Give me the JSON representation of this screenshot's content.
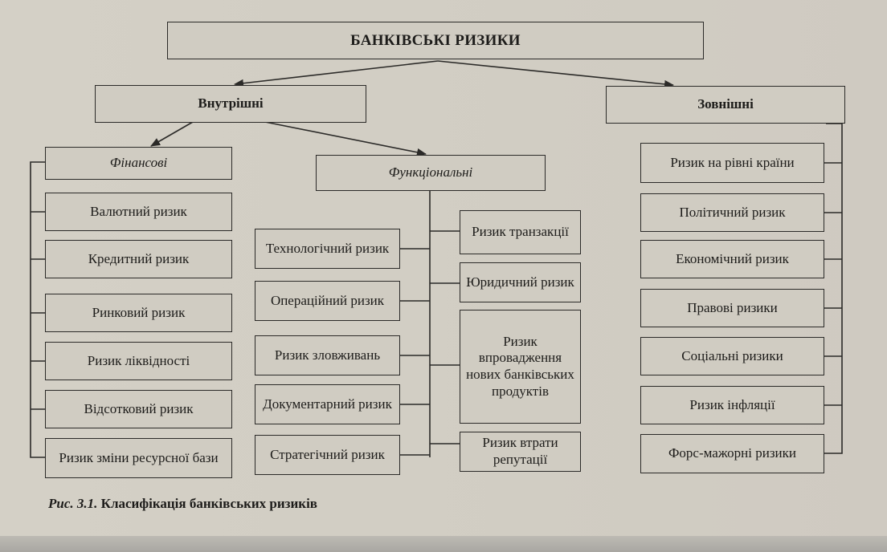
{
  "diagram": {
    "root": "БАНКІВСЬКІ РИЗИКИ",
    "internal": "Внутрішні",
    "external": "Зовнішні",
    "financial": {
      "label": "Фінансові",
      "items": [
        "Валютний ризик",
        "Кредитний ризик",
        "Ринковий ризик",
        "Ризик ліквідності",
        "Відсотковий ризик",
        "Ризик зміни ресурсної бази"
      ]
    },
    "functional": {
      "label": "Функціональні",
      "left_items": [
        "Технологічний ризик",
        "Операційний ризик",
        "Ризик зловживань",
        "Документарний ризик",
        "Стратегічний ризик"
      ],
      "right_items": [
        "Ризик транзакції",
        "Юридичний ризик",
        "Ризик впровадження нових банківських продуктів",
        "Ризик втрати репутації"
      ]
    },
    "external_items": [
      "Ризик на рівні країни",
      "Політичний ризик",
      "Економічний ризик",
      "Правові ризики",
      "Соціальні ризики",
      "Ризик інфляції",
      "Форс-мажорні ризики"
    ]
  },
  "caption": {
    "number": "Рис. 3.1.",
    "text": "Класифікація банківських ризиків"
  }
}
